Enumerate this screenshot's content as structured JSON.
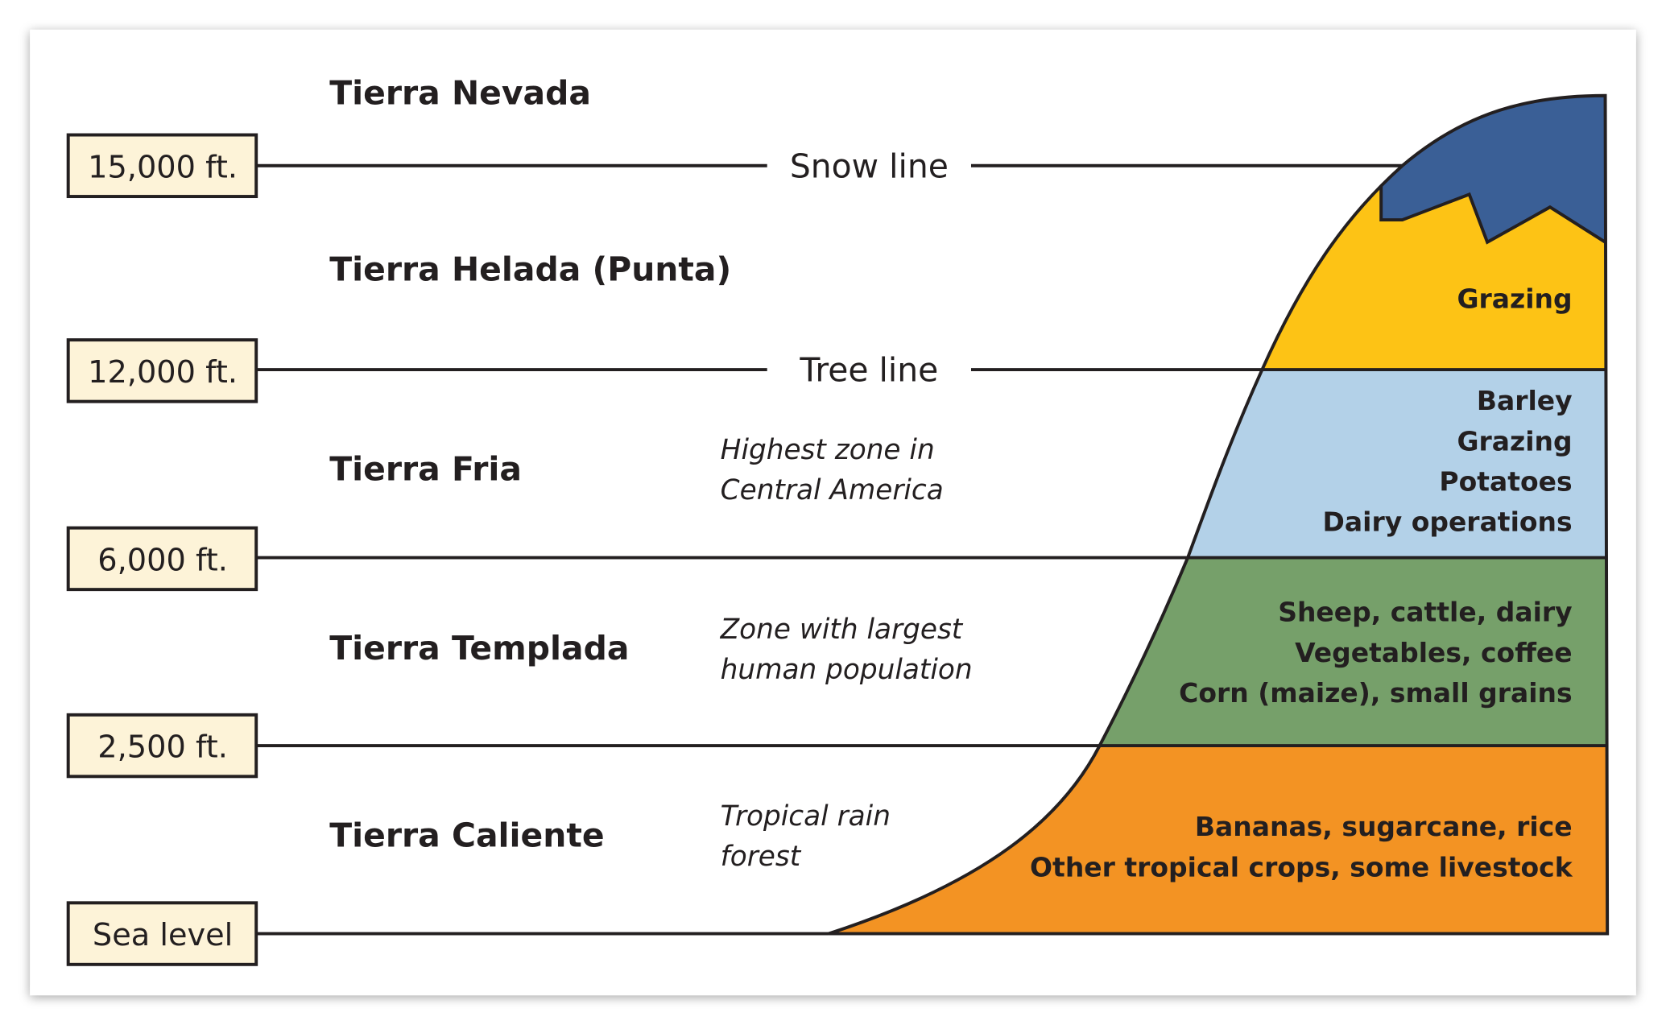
{
  "colors": {
    "caliente": "#F39323",
    "templada": "#76A06A",
    "fria": "#B3D1E8",
    "helada": "#FDC315",
    "nevada": "#3A5F96",
    "box": "#FDF3D8"
  },
  "altitudes": [
    "15,000 ft.",
    "12,000 ft.",
    "6,000 ft.",
    "2,500 ft.",
    "Sea level"
  ],
  "lines": {
    "snow": "Snow line",
    "tree": "Tree line"
  },
  "zones": [
    "Tierra Nevada",
    "Tierra Helada (Punta)",
    "Tierra Fria",
    "Tierra Templada",
    "Tierra Caliente"
  ],
  "notes": {
    "fria": [
      "Highest zone in",
      "Central America"
    ],
    "templada": [
      "Zone with largest",
      "human population"
    ],
    "caliente": [
      "Tropical rain",
      "forest"
    ]
  },
  "crops": {
    "helada": [
      "Grazing"
    ],
    "fria": [
      "Barley",
      "Grazing",
      "Potatoes",
      "Dairy operations"
    ],
    "templada": [
      "Sheep, cattle, dairy",
      "Vegetables, coffee",
      "Corn (maize), small grains"
    ],
    "caliente": [
      "Bananas, sugarcane, rice",
      "Other tropical crops, some livestock"
    ]
  }
}
